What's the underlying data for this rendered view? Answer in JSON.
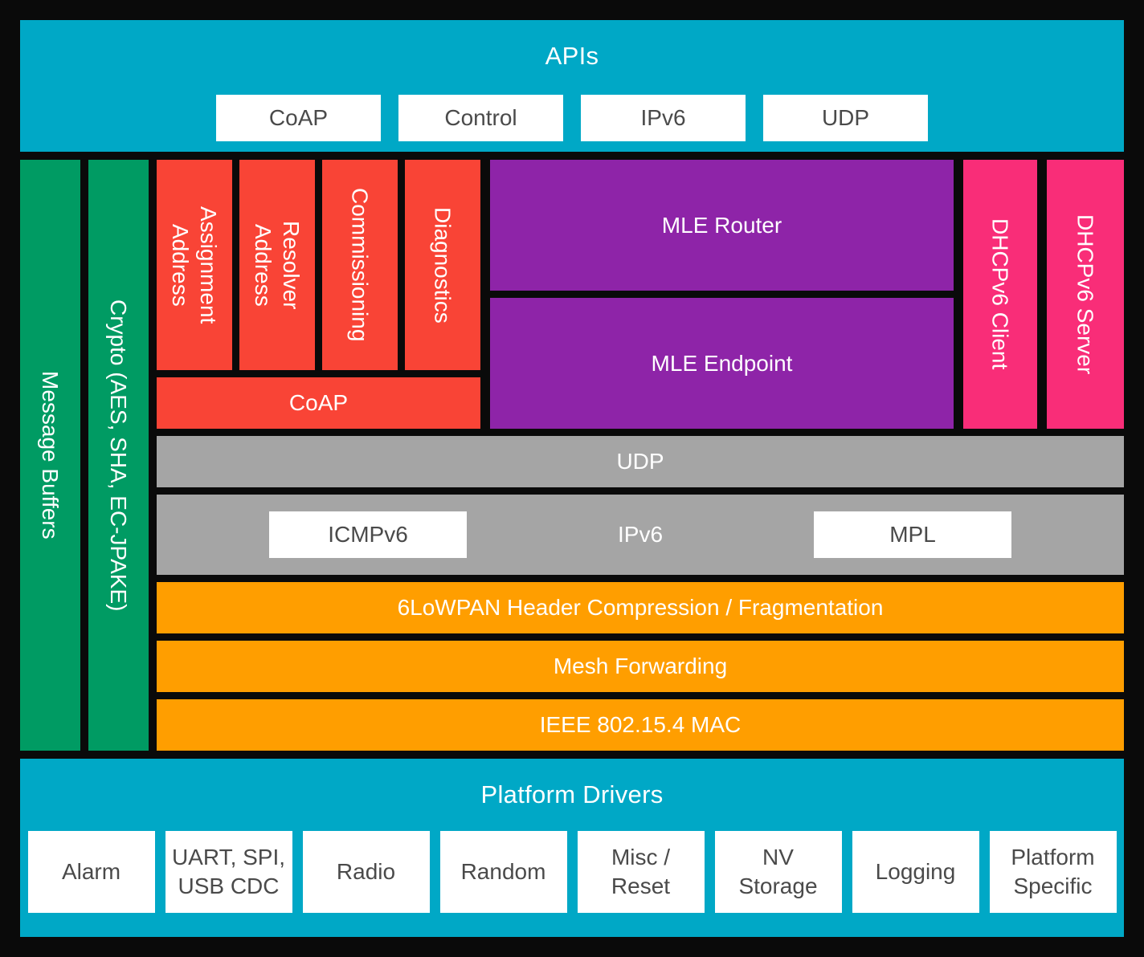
{
  "colors": {
    "background": "#0A0A0A",
    "cyan": "#00A8C6",
    "green": "#009B63",
    "red": "#F94436",
    "purple": "#8E24A8",
    "pink": "#F92D78",
    "gray": "#A5A5A5",
    "orange": "#FF9E00",
    "white_box": "#FFFFFF",
    "white_box_text": "#4A4A4A"
  },
  "apis_banner": {
    "title": "APIs",
    "items": [
      "CoAP",
      "Control",
      "IPv6",
      "UDP"
    ]
  },
  "side_columns": {
    "message_buffers": "Message Buffers",
    "crypto": "Crypto (AES, SHA, EC-JPAKE)"
  },
  "app_layer": {
    "modules": [
      "Address\nAssignment",
      "Address\nResolver",
      "Commissioning",
      "Diagnostics"
    ],
    "coap": "CoAP",
    "mle_router": "MLE Router",
    "mle_endpoint": "MLE Endpoint",
    "dhcpv6_client": "DHCPv6 Client",
    "dhcpv6_server": "DHCPv6 Server"
  },
  "transport_layer": {
    "udp": "UDP"
  },
  "network_layer": {
    "ipv6": "IPv6",
    "icmpv6": "ICMPv6",
    "mpl": "MPL"
  },
  "link_layers": [
    "6LoWPAN Header Compression / Fragmentation",
    "Mesh Forwarding",
    "IEEE 802.15.4 MAC"
  ],
  "platform_banner": {
    "title": "Platform Drivers",
    "items": [
      "Alarm",
      "UART, SPI,\nUSB CDC",
      "Radio",
      "Random",
      "Misc /\nReset",
      "NV\nStorage",
      "Logging",
      "Platform\nSpecific"
    ]
  }
}
